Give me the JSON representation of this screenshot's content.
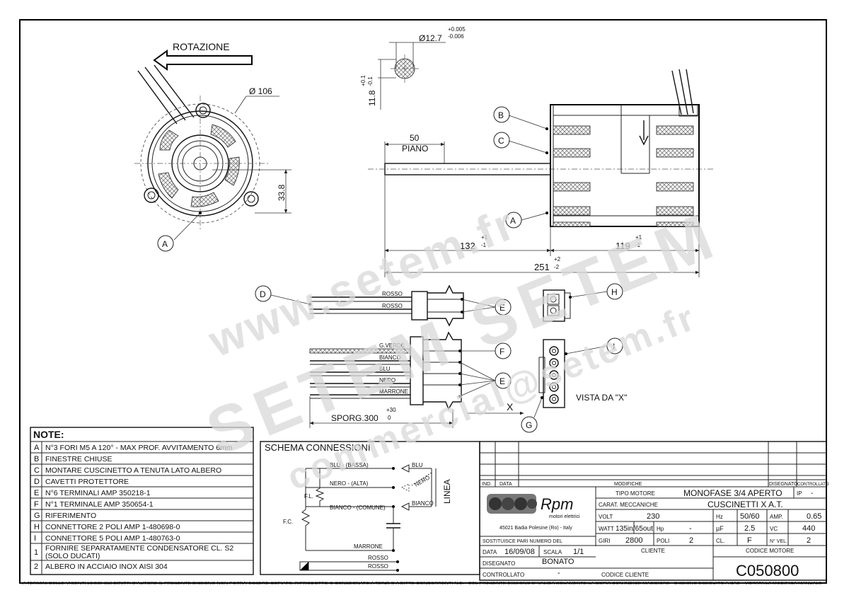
{
  "rotation_label": "ROTAZIONE",
  "dims": {
    "d106": "Ø 106",
    "d338": "33.8",
    "shaft_d": "Ø12.7",
    "shaft_d_tol_plus": "+0.005",
    "shaft_d_tol_minus": "-0.006",
    "flat": "11.8",
    "flat_tol_plus": "+0.1",
    "flat_tol_minus": "-0.1",
    "d50": "50",
    "piano": "PIANO",
    "d132": "132",
    "d132_tol_plus": "+1",
    "d132_tol_minus": "-1",
    "d119": "119",
    "d119_tol_plus": "+1",
    "d119_tol_minus": "-1",
    "d251": "251",
    "d251_tol_plus": "+2",
    "d251_tol_minus": "-2",
    "sporg": "SPORG.300",
    "sporg_tol_plus": "+30",
    "sporg_tol_minus": "0",
    "x_mark": "X",
    "vista": "VISTA DA \"X\""
  },
  "callouts": {
    "A": "A",
    "B": "B",
    "C": "C",
    "D": "D",
    "E": "E",
    "F": "F",
    "G": "G",
    "H": "H",
    "I": "I"
  },
  "wires_top": [
    "ROSSO",
    "ROSSO"
  ],
  "wires_bottom": [
    "G.VERDE",
    "BIANCO",
    "BLU",
    "NERO",
    "MARRONE"
  ],
  "watermark": {
    "line1": "www.setem.fr",
    "line2": "SETEM SETEM",
    "line3": "commercial@setem.fr"
  },
  "notes": {
    "title": "NOTE:",
    "rows": [
      {
        "key": "A",
        "text": "N°3 FORI M5 A 120° - MAX PROF. AVVITAMENTO 6mm"
      },
      {
        "key": "B",
        "text": "FINESTRE CHIUSE"
      },
      {
        "key": "C",
        "text": "MONTARE CUSCINETTO A TENUTA LATO ALBERO"
      },
      {
        "key": "D",
        "text": "CAVETTI PROTETTORE"
      },
      {
        "key": "E",
        "text": "N°6 TERMINALI AMP 350218-1"
      },
      {
        "key": "F",
        "text": "N°1 TERMINALE AMP 350654-1"
      },
      {
        "key": "G",
        "text": "RIFERIMENTO"
      },
      {
        "key": "H",
        "text": "CONNETTORE 2 POLI AMP 1-480698-0"
      },
      {
        "key": "I",
        "text": "CONNETTORE 5 POLI AMP 1-480763-0"
      },
      {
        "key": "1",
        "text": "FORNIRE SEPARATAMENTE CONDENSATORE CL. S2",
        "text2": "(SOLO DUCATI)"
      },
      {
        "key": "2",
        "text": "ALBERO IN ACCIAIO INOX AISI 304"
      }
    ]
  },
  "schema": {
    "title": "SCHEMA  CONNESSIONI",
    "blu_bassa": "BLU - (BASSA)",
    "nero_alta": "NERO - (ALTA)",
    "bianco_comune": "BIANCO - (COMUNE)",
    "fl": "F.L.",
    "fc": "F.C.",
    "marrone": "MARRONE",
    "blu": "BLU",
    "nero": "NERO",
    "bianco": "BIANCO",
    "linea": "LINEA",
    "rosso1": "ROSSO",
    "rosso2": "ROSSO"
  },
  "title_block": {
    "ind": "IND.",
    "data_h": "DATA",
    "modifiche": "MODIFICHE",
    "disegnato_h": "DISEGNATO",
    "controllato_h": "CONTROLLATO",
    "logo": "Rpm",
    "logo_sub": "motori elettrici",
    "address": "45021 Badia Polesine (Ro) - Italy",
    "tipo_motore_l": "TIPO MOTORE",
    "tipo_motore_v": "MONOFASE 3/4 APERTO",
    "ip_l": "IP",
    "ip_v": "-",
    "carat_l": "CARAT. MECCANICHE",
    "carat_v": "CUSCINETTI X A.T.",
    "volt_l": "VOLT",
    "volt_v": "230",
    "hz_l": "Hz",
    "hz_v": "50/60",
    "amp_l": "AMP.",
    "amp_v": "0.65",
    "watt_l": "WATT",
    "watt_v": "135in/65out",
    "hp_l": "Hp",
    "hp_v": "-",
    "uf_l": "µF",
    "uf_v": "2.5",
    "vc_l": "VC",
    "vc_v": "440",
    "giri_l": "GIRI",
    "giri_v": "2800",
    "poli_l": "POLI",
    "poli_v": "2",
    "cl_l": "CL.",
    "cl_v": "F",
    "nvel_l": "N° VEL.",
    "nvel_v": "2",
    "sostituisce": "SOSTITUISCE PARI NUMERO DEL",
    "data_l": "DATA",
    "data_v": "16/09/08",
    "scala_l": "SCALA",
    "scala_v": "1/1",
    "cliente_l": "CLIENTE",
    "codice_motore_l": "CODICE MOTORE",
    "disegnato_l": "DISEGNATO",
    "disegnato_v": "BONATO",
    "controllato_l": "CONTROLLATO",
    "controllato_v": "-",
    "codice_cliente_l": "CODICE CLIENTE",
    "codice_motore_v": "C050800"
  },
  "footer": "A TERMINI DELLE VIGENTI LEGGI SUI DIRITTI D'AUTORE IL PRESENTE DISEGNO NON POTRA' ESSERE COPIATO, RIPRODOTTO O CONSEGNATO A TERZI O A DITTE CONCORRENTI N.B. - DEL PRESENTE DISEGNO E' VALIDA SOLAMENTE LA COPIA CON INDICE MAGGIORE - DISEGNO ESEGUITO A CAD - VIETATA LA MODIFICA MANUALE"
}
